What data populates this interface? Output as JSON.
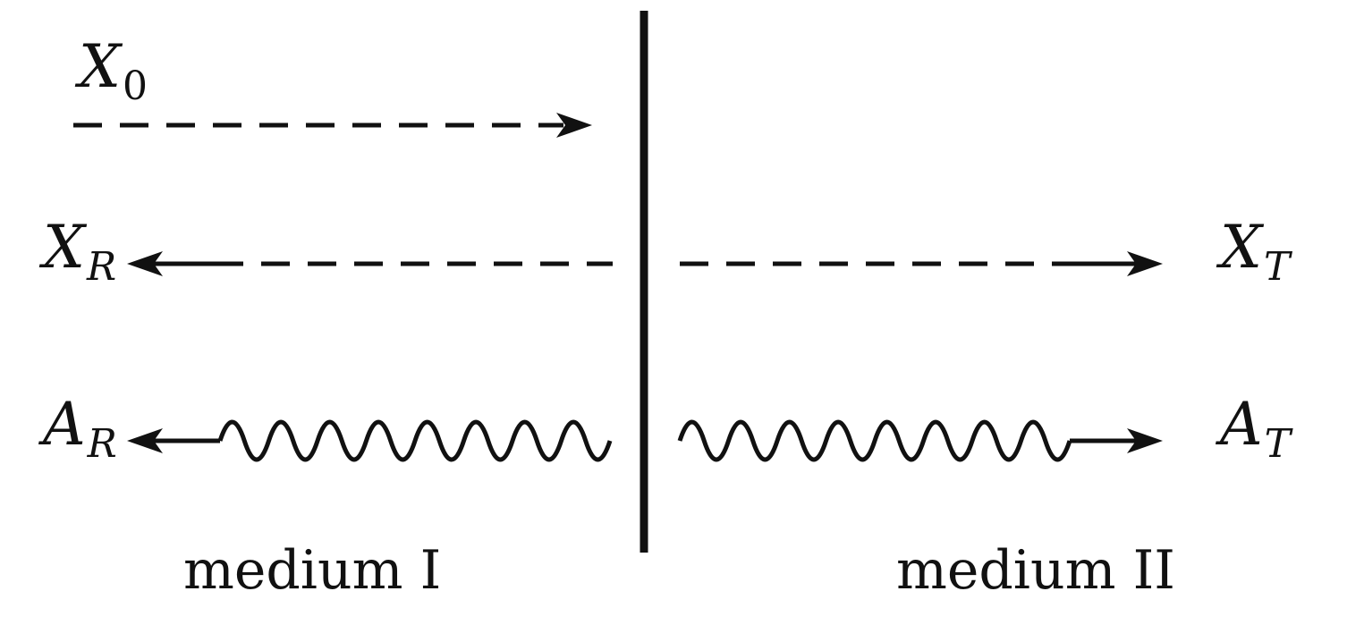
{
  "labels": {
    "x0": {
      "symbol": "X",
      "subscript": "0"
    },
    "xr": {
      "symbol": "X",
      "subscript": "R"
    },
    "xt": {
      "symbol": "X",
      "subscript": "T"
    },
    "ar": {
      "symbol": "A",
      "subscript": "R"
    },
    "at": {
      "symbol": "A",
      "subscript": "T"
    }
  },
  "media": {
    "left": "medium I",
    "right": "medium II"
  },
  "colors": {
    "stroke": "#111111",
    "background": "#ffffff"
  }
}
